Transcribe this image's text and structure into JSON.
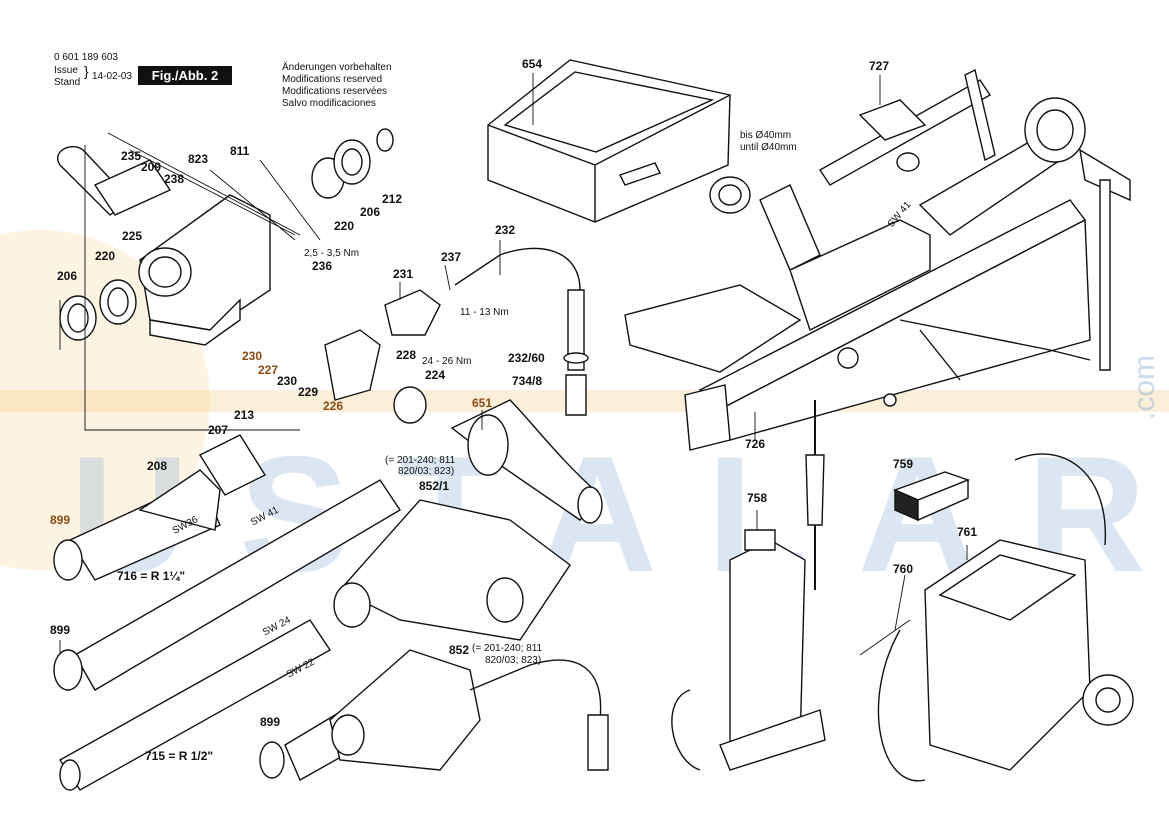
{
  "header": {
    "doc_number": "0 601 189 603",
    "issue_label": "Issue",
    "stand_label": "Stand",
    "date": "14-02-03",
    "figure": "Fig./Abb. 2",
    "notice": [
      "Änderungen vorbehalten",
      "Modifications reserved",
      "Modifications reservées",
      "Salvo modificaciones"
    ]
  },
  "parts": {
    "p654": "654",
    "p727": "727",
    "p811": "811",
    "p235": "235",
    "p209": "209",
    "p823": "823",
    "p238": "238",
    "p220a": "220",
    "p206a": "206",
    "p212": "212",
    "p225": "225",
    "p206b": "206",
    "p220b": "220",
    "p236": "236",
    "p231": "231",
    "p237": "237",
    "p232": "232",
    "p230a": "230",
    "p227": "227",
    "p230b": "230",
    "p229": "229",
    "p226": "226",
    "p228": "228",
    "p224": "224",
    "p651": "651",
    "p232_60": "232/60",
    "p734_8": "734/8",
    "p213": "213",
    "p207": "207",
    "p208": "208",
    "p899a": "899",
    "p852_1": "852/1",
    "p716": "716 = R 1¼\"",
    "p899b": "899",
    "p715": "715 = R 1/2\"",
    "p852": "852",
    "p899c": "899",
    "p726": "726",
    "p758": "758",
    "p759": "759",
    "p761": "761",
    "p760": "760"
  },
  "annotations": {
    "torque1": "2,5 - 3,5 Nm",
    "torque2": "11 - 13 Nm",
    "torque3": "24 - 26 Nm",
    "bis": "bis Ø40mm",
    "until": "until Ø40mm",
    "sw41a": "SW 41",
    "sw41b": "SW 41",
    "sw36": "SW36",
    "sw24": "SW 24",
    "sw22": "SW 22",
    "ref852_1a": "(= 201-240; 811",
    "ref852_1b": "820/03; 823)",
    "ref852a": "(= 201-240; 811",
    "ref852b": "820/03; 823)"
  },
  "watermark": {
    "text": "USTALARA",
    "suffix": ".com"
  }
}
